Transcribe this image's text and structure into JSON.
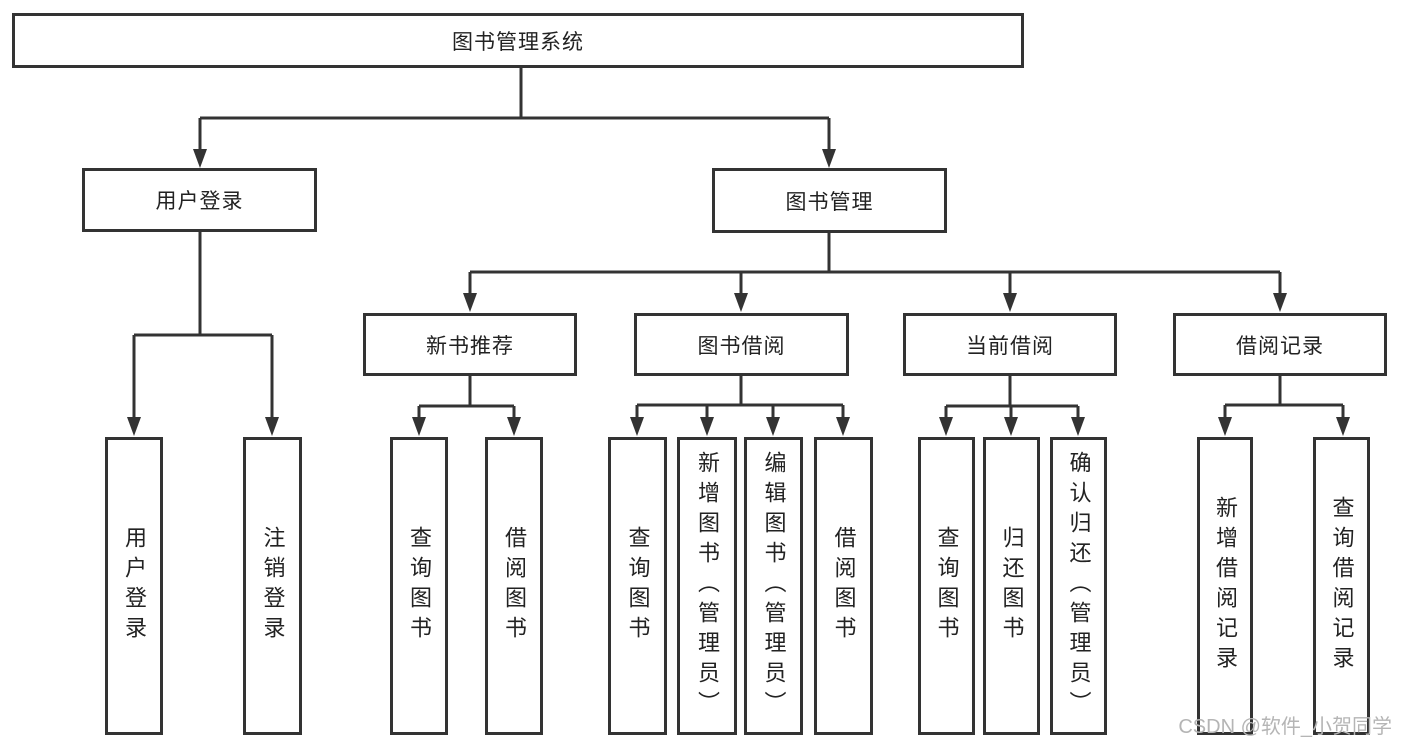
{
  "colors": {
    "line": "#333333",
    "text": "#222222",
    "bg": "#ffffff",
    "watermark": "#b5b5b5"
  },
  "watermark": "CSDN @软件_小贺同学",
  "tree": {
    "root": {
      "label": "图书管理系统"
    },
    "branches": [
      {
        "label": "用户登录",
        "children": [
          {
            "label": "用户登录"
          },
          {
            "label": "注销登录"
          }
        ]
      },
      {
        "label": "图书管理",
        "groups": [
          {
            "label": "新书推荐",
            "children": [
              {
                "label": "查询图书"
              },
              {
                "label": "借阅图书"
              }
            ]
          },
          {
            "label": "图书借阅",
            "children": [
              {
                "label": "查询图书"
              },
              {
                "label": "新增图书（管理员）"
              },
              {
                "label": "编辑图书（管理员）"
              },
              {
                "label": "借阅图书"
              }
            ]
          },
          {
            "label": "当前借阅",
            "children": [
              {
                "label": "查询图书"
              },
              {
                "label": "归还图书"
              },
              {
                "label": "确认归还（管理员）"
              }
            ]
          },
          {
            "label": "借阅记录",
            "children": [
              {
                "label": "新增借阅记录"
              },
              {
                "label": "查询借阅记录"
              }
            ]
          }
        ]
      }
    ]
  }
}
